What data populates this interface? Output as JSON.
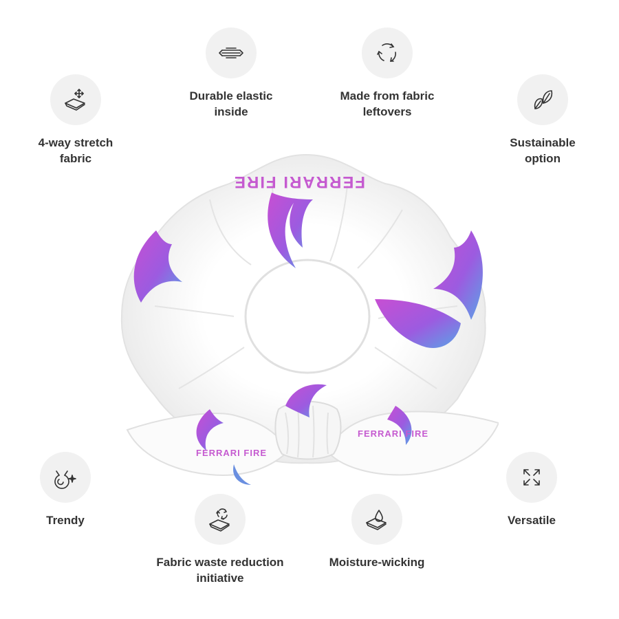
{
  "features": {
    "durable_elastic": {
      "label": "Durable elastic\ninside",
      "icon": "elastic-band-icon"
    },
    "fabric_leftovers": {
      "label": "Made from fabric\nleftovers",
      "icon": "recycle-arrows-icon"
    },
    "stretch": {
      "label": "4-way stretch\nfabric",
      "icon": "four-way-stretch-icon"
    },
    "sustainable": {
      "label": "Sustainable\noption",
      "icon": "leaves-icon"
    },
    "trendy": {
      "label": "Trendy",
      "icon": "cat-sparkle-icon"
    },
    "versatile": {
      "label": "Versatile",
      "icon": "expand-arrows-icon"
    },
    "waste_reduction": {
      "label": "Fabric waste reduction\ninitiative",
      "icon": "fabric-recycle-icon"
    },
    "moisture": {
      "label": "Moisture-wicking",
      "icon": "water-drop-fabric-icon"
    }
  },
  "product": {
    "print_text_top": "FERRARI FIRE",
    "print_text_left": "FERRARI FIRE",
    "print_text_right": "FERRARI FIRE",
    "colors": {
      "purple": "#b44fd8",
      "magenta": "#cc55cc",
      "blue": "#5b8fe0",
      "fabric": "#f7f7f7"
    }
  }
}
